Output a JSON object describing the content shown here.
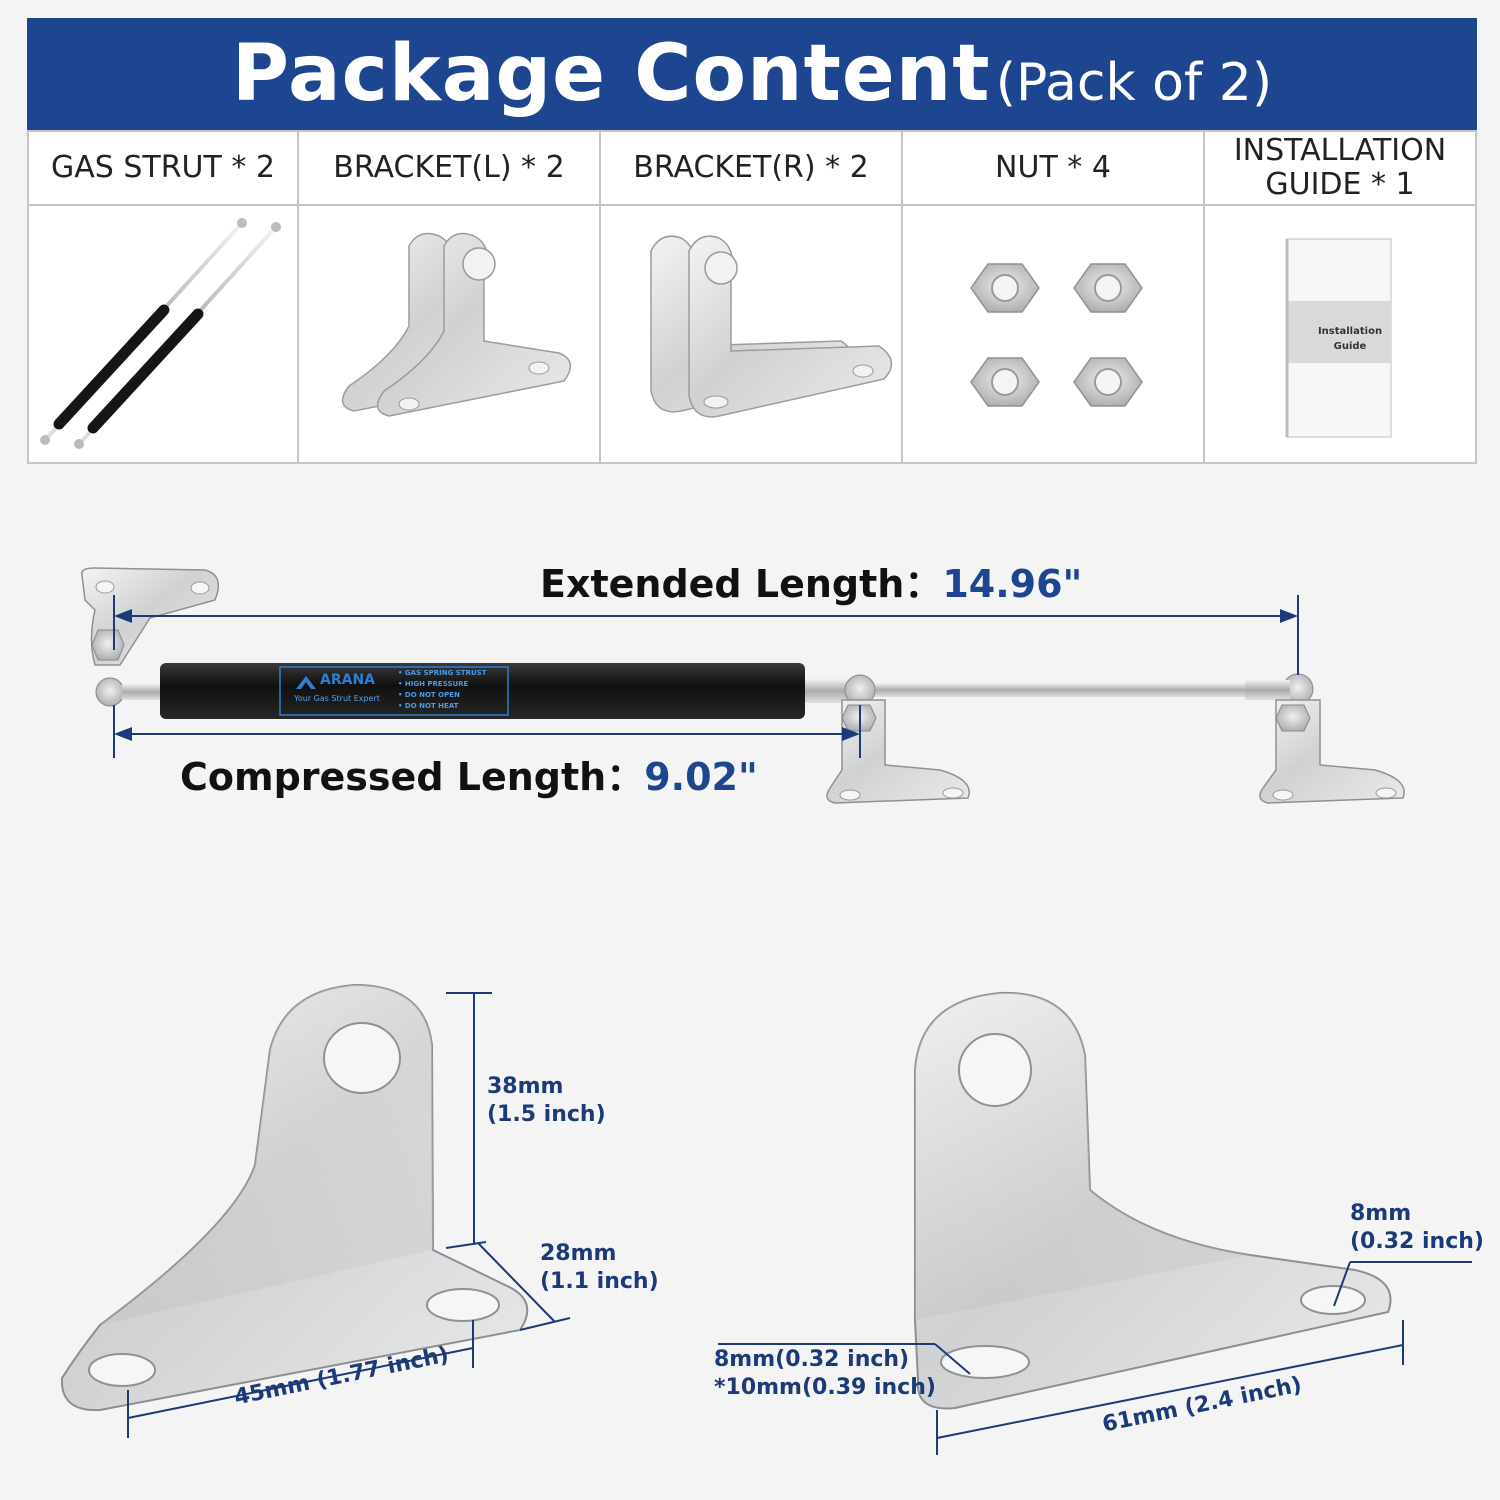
{
  "title": {
    "main": "Package Content",
    "sub": "(Pack of 2)"
  },
  "items": [
    {
      "label": "GAS STRUT * 2"
    },
    {
      "label": "BRACKET(L) * 2"
    },
    {
      "label": "BRACKET(R) * 2"
    },
    {
      "label": "NUT * 4"
    },
    {
      "label": "INSTALLATION GUIDE * 1"
    }
  ],
  "guide_cover_text": "Installation Guide",
  "strut": {
    "extended_label": "Extended Length：",
    "extended_value": "14.96\"",
    "compressed_label": "Compressed Length：",
    "compressed_value": "9.02\"",
    "brand": "ARANA",
    "tagline": "Your Gas Strut Expert",
    "warnings": [
      "• GAS SPRING STRUST",
      "• HIGH PRESSURE",
      "• DO NOT OPEN",
      "• DO NOT HEAT"
    ]
  },
  "bracket_left": {
    "height_mm": "38mm",
    "height_in": "(1.5 inch)",
    "depth_mm": "28mm",
    "depth_in": "(1.1 inch)",
    "width": "45mm (1.77 inch)"
  },
  "bracket_right": {
    "hole_mm": "8mm",
    "hole_in": "(0.32 inch)",
    "slot_a": "8mm(0.32 inch)",
    "slot_b": "*10mm(0.39 inch)",
    "width": "61mm (2.4 inch)"
  },
  "colors": {
    "banner": "#1d4590",
    "dimension_text": "#1d3a78",
    "dimension_line": "#1d3a78",
    "strut_body": "#151515"
  }
}
